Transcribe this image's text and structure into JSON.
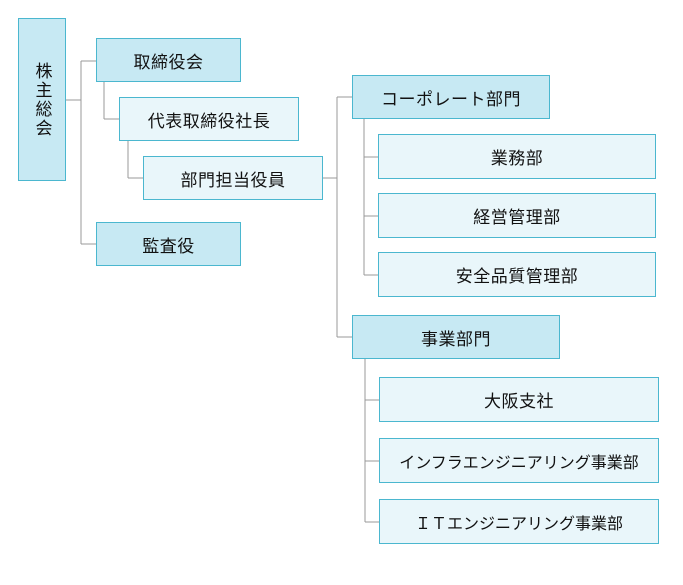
{
  "org": {
    "shareholders": "株主総会",
    "board": "取締役会",
    "president": "代表取締役社長",
    "officer": "部門担当役員",
    "auditor": "監査役",
    "corporate": {
      "title": "コーポレート部門",
      "units": [
        "業務部",
        "経営管理部",
        "安全品質管理部"
      ]
    },
    "business": {
      "title": "事業部門",
      "units": [
        "大阪支社",
        "インフラエンジニアリング事業部",
        "ＩＴエンジニアリング事業部"
      ]
    }
  },
  "colors": {
    "border": "#4bb7cf",
    "dark_fill": "#c7e9f3",
    "light_fill": "#e9f6fa",
    "line": "#999999"
  }
}
